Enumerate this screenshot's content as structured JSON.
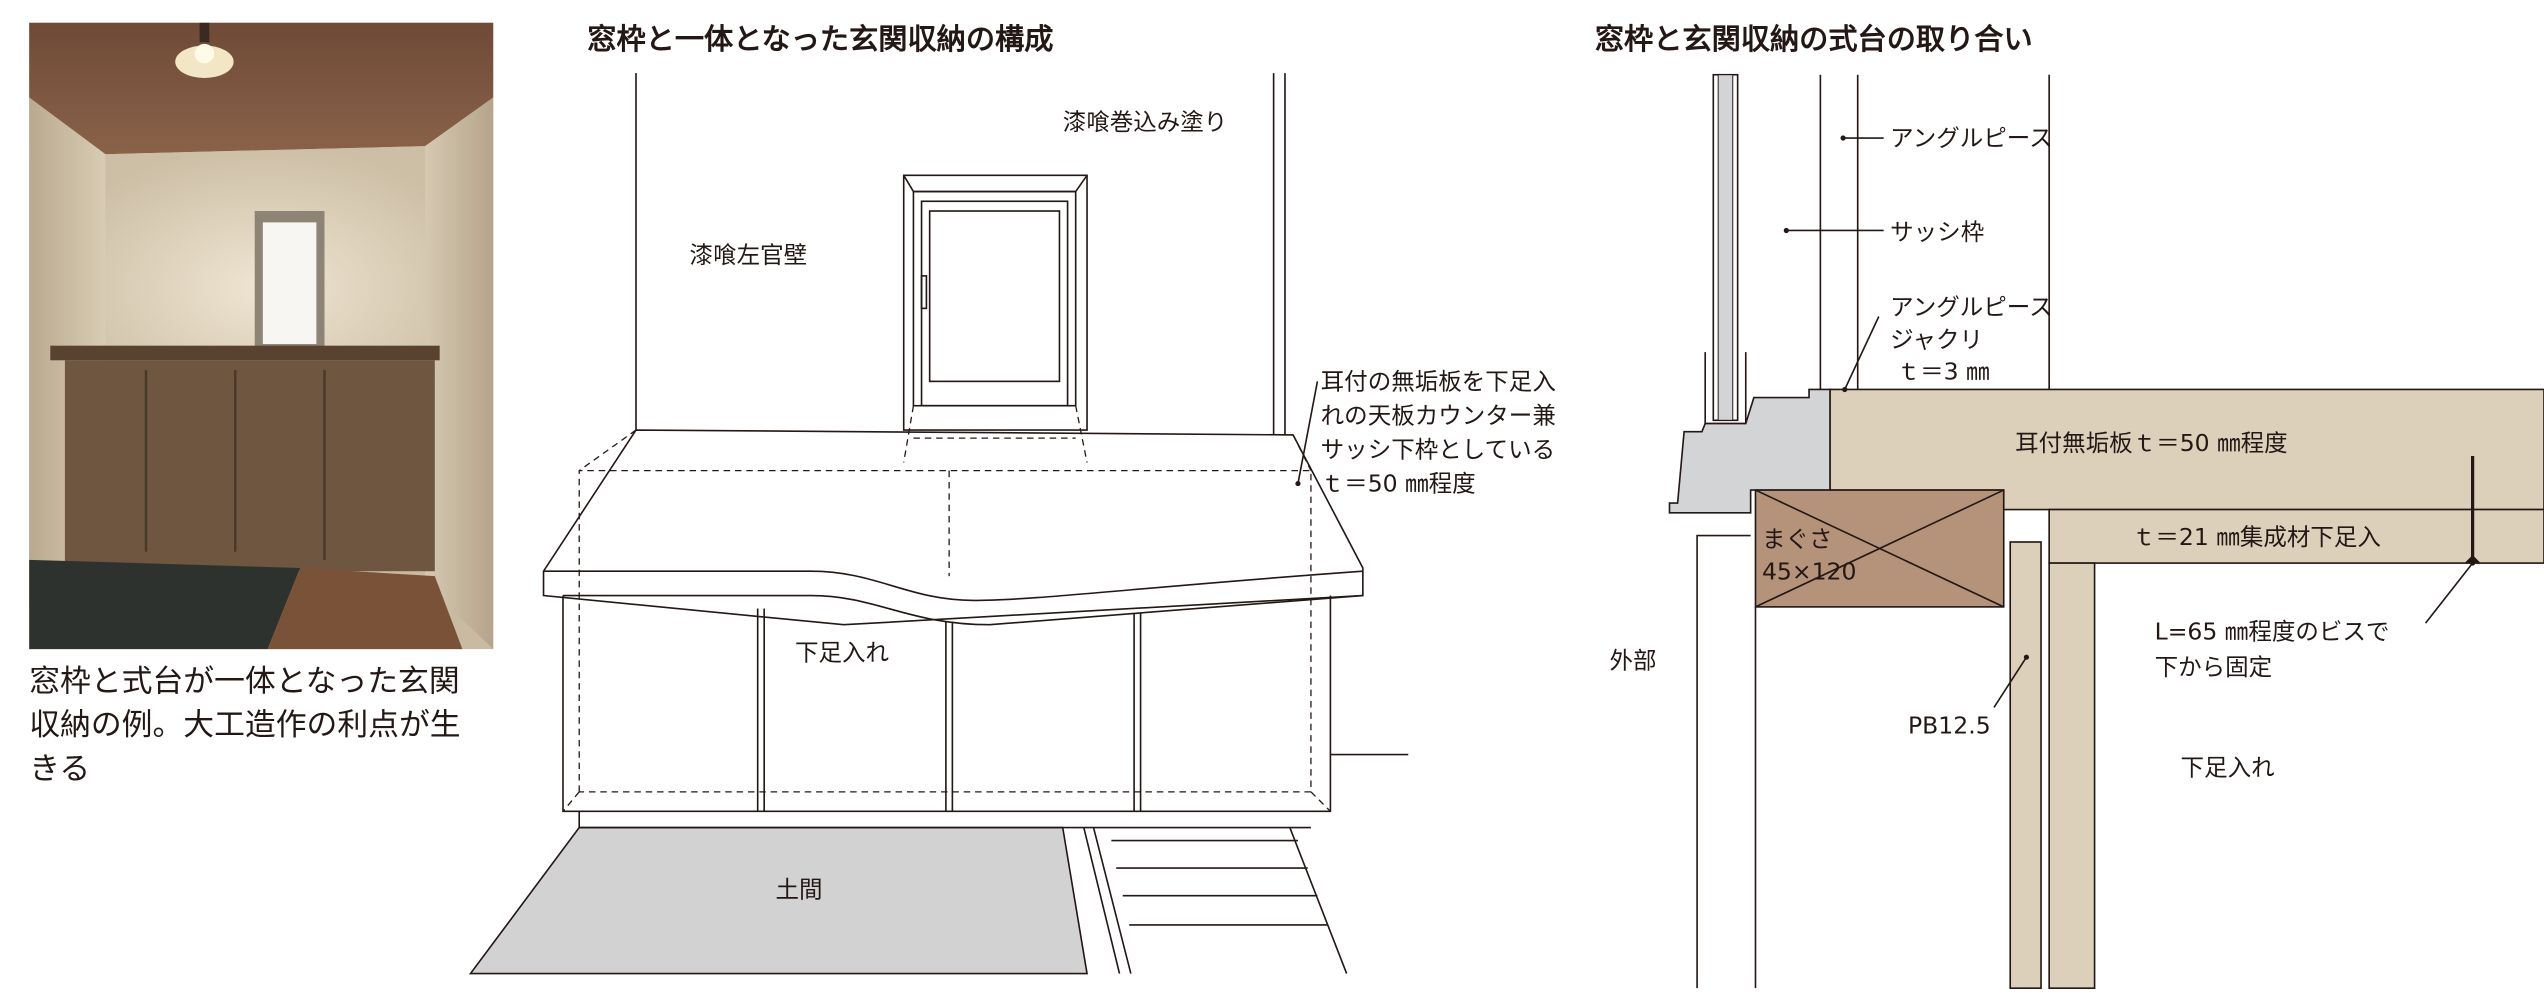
{
  "photo": {
    "caption_lines": [
      "窓枠と式台が一体となった玄関",
      "収納の例。大工造作の利点が生",
      "きる"
    ]
  },
  "diagram_left": {
    "title": "窓枠と一体となった玄関収納の構成",
    "labels": {
      "plaster_wrap": "漆喰巻込み塗り",
      "plaster_wall": "漆喰左官壁",
      "shoe_storage": "下足入れ",
      "doma": "土間"
    },
    "note_lines": [
      "耳付の無垢板を下足入",
      "れの天板カウンター兼",
      "サッシ下枠としている",
      "ｔ＝50 ㎜程度"
    ]
  },
  "diagram_right": {
    "title": "窓枠と玄関収納の式台の取り合い",
    "labels": {
      "angle_piece": "アングルピース",
      "sash_frame": "サッシ枠",
      "angle_notch_lines": [
        "アングルピース",
        "ジャクリ",
        "ｔ＝3 ㎜"
      ],
      "slab": "耳付無垢板ｔ＝50 ㎜程度",
      "lumber": "ｔ＝21 ㎜集成材下足入",
      "lintel_lines": [
        "まぐさ",
        "45×120"
      ],
      "exterior": "外部",
      "pb": "PB12.5",
      "screw_lines": [
        "L=65 ㎜程度のビスで",
        "下から固定"
      ],
      "shoe_storage": "下足入れ"
    }
  },
  "colors": {
    "wood_light": "#dcd0bb",
    "lintel": "#b5937a",
    "sill_gray": "#d3d4d6",
    "doma_gray": "#d2d2d3"
  }
}
